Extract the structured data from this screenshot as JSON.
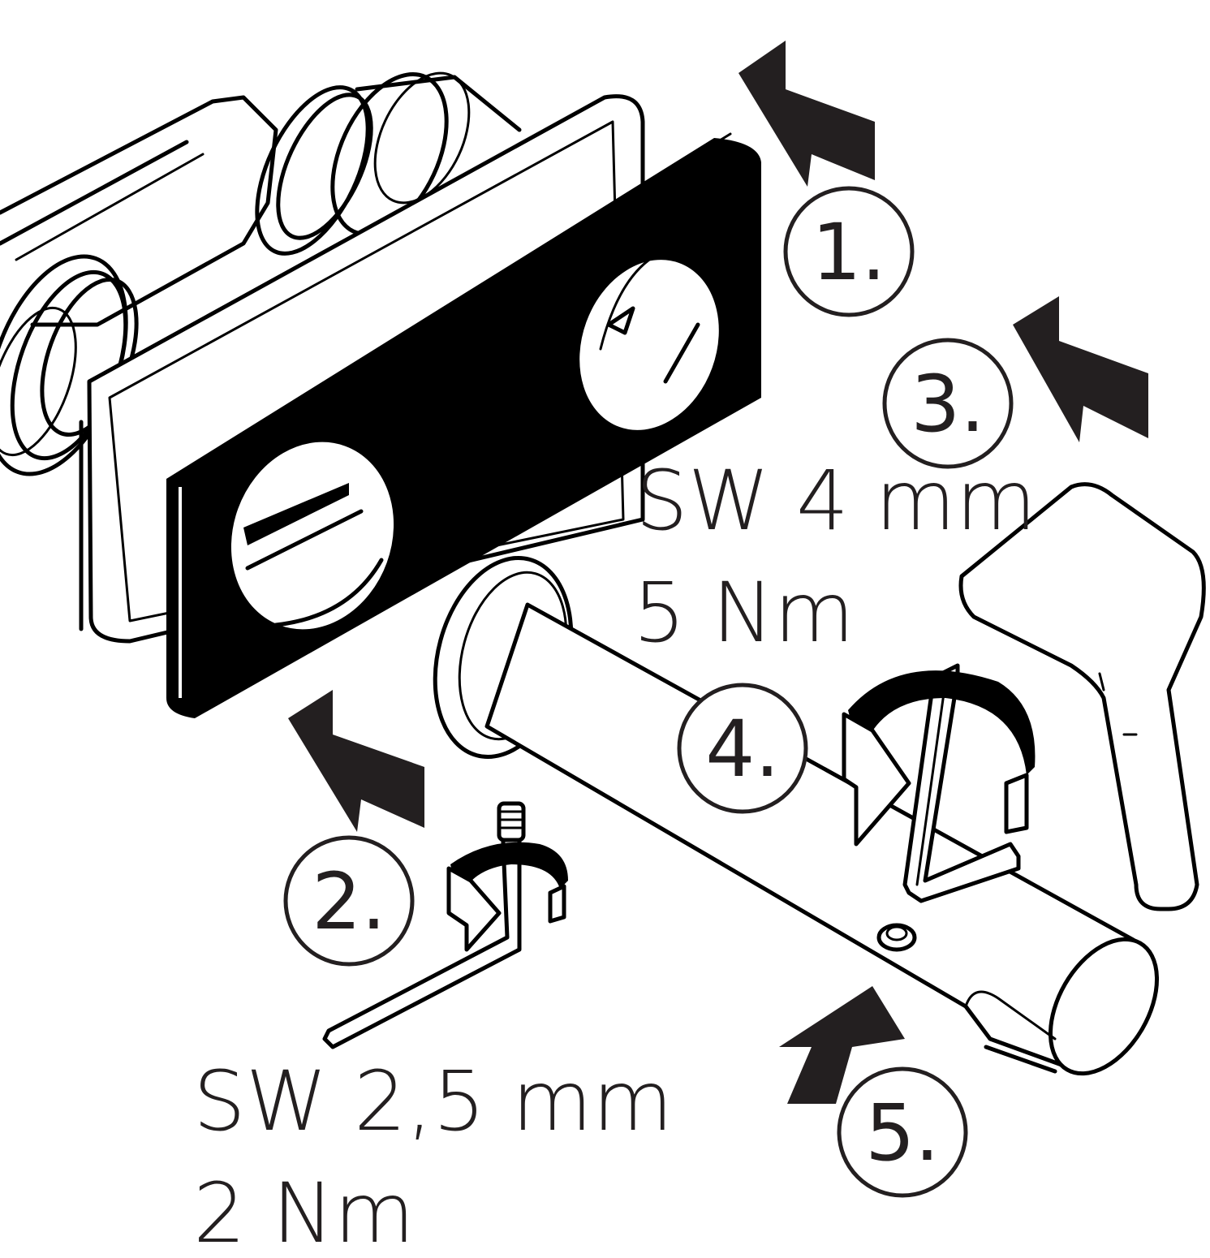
{
  "steps": [
    {
      "label": "1."
    },
    {
      "label": "2."
    },
    {
      "label": "3."
    },
    {
      "label": "4."
    },
    {
      "label": "5."
    }
  ],
  "specs": {
    "wrench_large_size": "SW 4 mm",
    "wrench_large_torque": "5 Nm",
    "wrench_small_size": "SW 2,5 mm",
    "wrench_small_torque": "2 Nm"
  },
  "colors": {
    "ink": "#231f20",
    "line": "#000000",
    "background": "#ffffff"
  }
}
